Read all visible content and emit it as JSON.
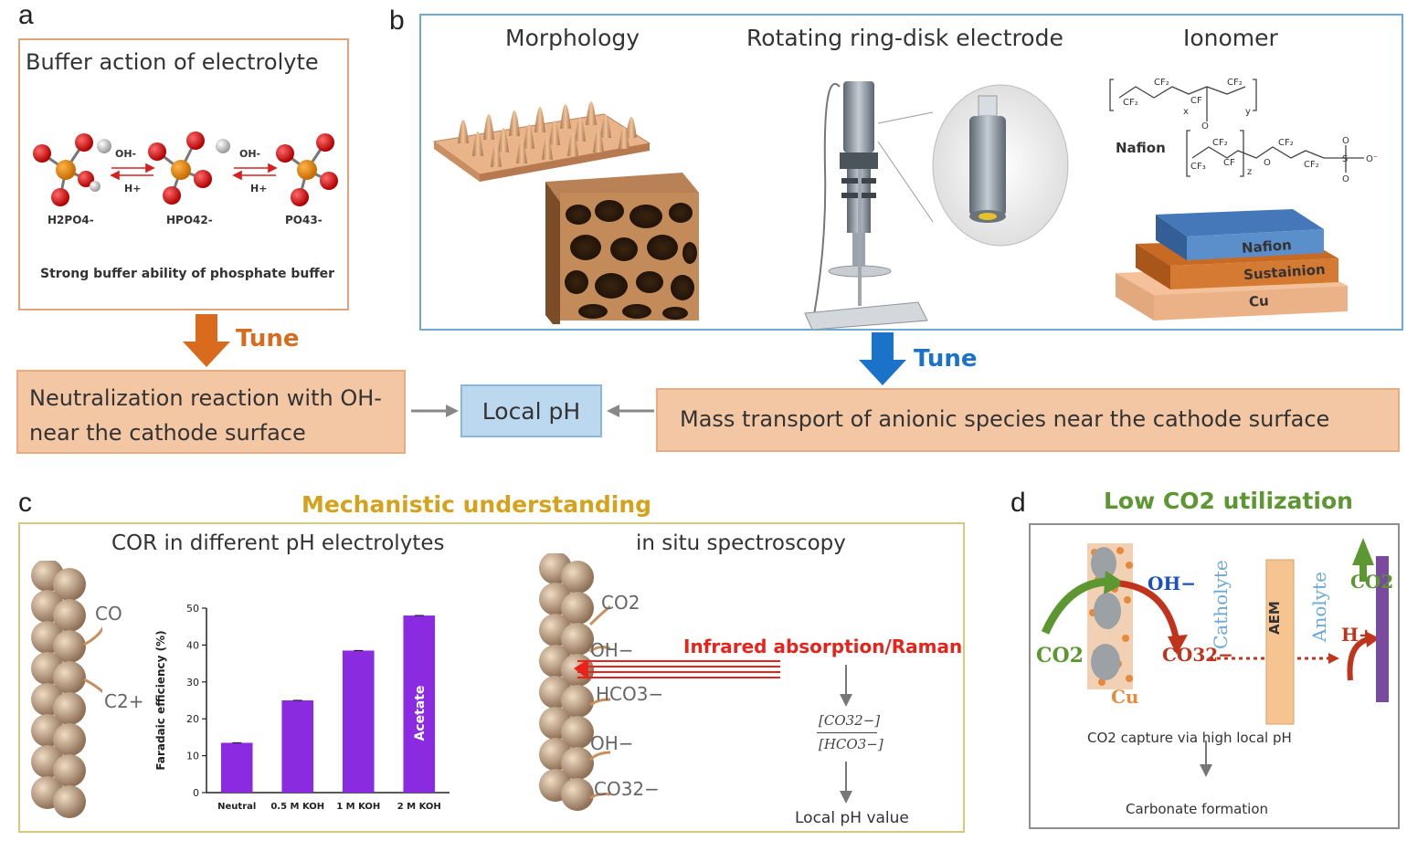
{
  "panel_a": {
    "letter": "a",
    "title": "Buffer action of electrolyte",
    "species": [
      "H2PO4-",
      "HPO42-",
      "PO43-"
    ],
    "oh_label_1": "OH-",
    "h_label_1": "H+",
    "oh_label_2": "OH-",
    "h_label_2": "H+",
    "caption": "Strong buffer ability of phosphate buffer",
    "tune": "Tune",
    "result": "Neutralization reaction with OH- near the cathode surface"
  },
  "panel_b": {
    "letter": "b",
    "col1_title": "Morphology",
    "col2_title": "Rotating ring-disk electrode",
    "col3_title": "Ionomer",
    "nafion_label": "Nafion",
    "layers": [
      "Nafion",
      "Sustainion",
      "Cu"
    ],
    "tune": "Tune",
    "result": "Mass transport of anionic species near the cathode surface"
  },
  "center": {
    "local_ph": "Local pH"
  },
  "panel_c": {
    "letter": "c",
    "heading": "Mechanistic understanding",
    "left_title": "COR in different pH electrolytes",
    "right_title": "in situ spectroscopy",
    "co_label": "CO",
    "c2_label": "C2+",
    "species": [
      "CO2",
      "OH−",
      "HCO3−",
      "OH−",
      "CO32−"
    ],
    "ir_label": "Infrared absorption/Raman",
    "ratio_top": "[CO32−]",
    "ratio_bottom": "[HCO3−]",
    "local_ph_value": "Local pH value"
  },
  "panel_d": {
    "letter": "d",
    "heading": "Low CO2 utilization",
    "co2_left": "CO2",
    "oh": "OH−",
    "co3": "CO32−",
    "cu": "Cu",
    "catholyte": "Catholyte",
    "aem": "AEM",
    "anolyte": "Anolyte",
    "h_plus": "H+",
    "co2_right": "CO2",
    "capture": "CO2 capture via high local pH",
    "carbonate": "Carbonate formation"
  },
  "chart_data": {
    "type": "bar",
    "categories": [
      "Neutral",
      "0.5 M KOH",
      "1 M KOH",
      "2 M KOH"
    ],
    "values": [
      13.5,
      25,
      38.5,
      48
    ],
    "ylabel": "Faradaic efficiency (%)",
    "ylim": [
      0,
      50
    ],
    "yticks": [
      0,
      10,
      20,
      30,
      40,
      50
    ],
    "bar_annotation": "Acetate",
    "bar_color": "#8a2be2"
  },
  "colors": {
    "peach": "#f4c7a4",
    "orange_arrow": "#d96b1e",
    "blue_arrow": "#1a72c9",
    "gold": "#d4a21c",
    "green": "#5d9732",
    "ir_red": "#e8231b"
  }
}
